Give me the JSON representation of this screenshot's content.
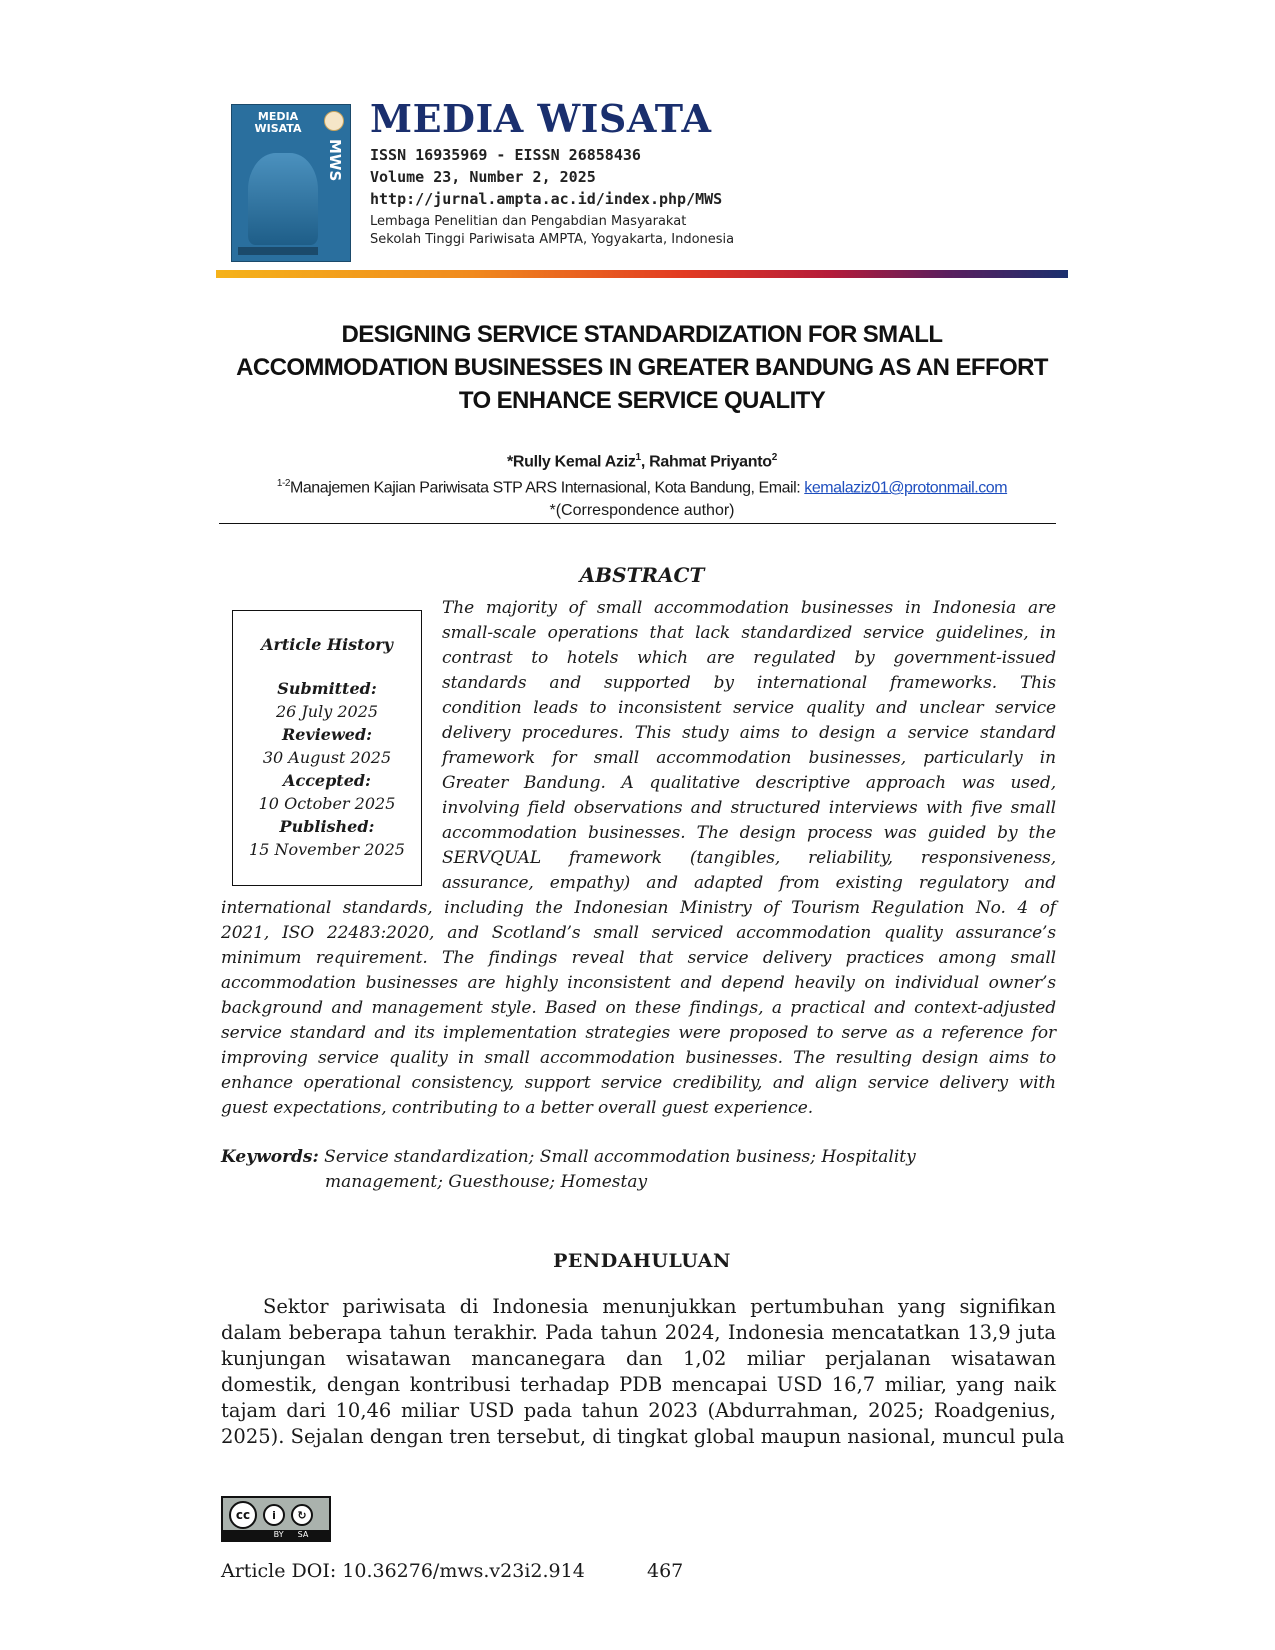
{
  "header": {
    "cover": {
      "title_line1": "MEDIA",
      "title_line2": "WISATA",
      "spine": "MWS"
    },
    "journal_title": "MEDIA WISATA",
    "issn": "ISSN 16935969 - EISSN 26858436",
    "volume": "Volume 23, Number 2, 2025",
    "url": "http://jurnal.ampta.ac.id/index.php/MWS",
    "institution_line1": "Lembaga Penelitian dan Pengabdian Masyarakat",
    "institution_line2": "Sekolah Tinggi Pariwisata AMPTA, Yogyakarta, Indonesia"
  },
  "paper": {
    "title_lines": [
      "DESIGNING SERVICE STANDARDIZATION FOR SMALL",
      "ACCOMMODATION BUSINESSES IN GREATER BANDUNG AS AN EFFORT",
      "TO ENHANCE SERVICE QUALITY"
    ],
    "authors": [
      {
        "name": "*Rully Kemal Aziz",
        "sup": "1"
      },
      {
        "name": "Rahmat Priyanto",
        "sup": "2"
      }
    ],
    "affiliation_sup": "1-2",
    "affiliation_text": "Manajemen Kajian Pariwisata STP ARS Internasional, Kota Bandung, Email: ",
    "email": "kemalaziz01@protonmail.com",
    "correspondence": "*(Correspondence author)"
  },
  "abstract": {
    "heading": "ABSTRACT",
    "history": {
      "title": "Article History",
      "submitted_label": "Submitted:",
      "submitted": "26 July 2025",
      "reviewed_label": "Reviewed:",
      "reviewed": "30 August 2025",
      "accepted_label": "Accepted:",
      "accepted": "10 October 2025",
      "published_label": "Published:",
      "published": "15 November 2025"
    },
    "lines": [
      "The majority of small accommodation businesses in Indonesia are",
      "small-scale operations that lack standardized service guidelines, in",
      "contrast to hotels which are regulated by government-issued",
      "standards and supported by international frameworks. This",
      "condition leads to inconsistent service quality and unclear service",
      "delivery procedures. This study aims to design a service standard",
      "framework for small accommodation businesses, particularly in",
      "Greater Bandung. A qualitative descriptive approach was used,",
      "involving field observations and structured interviews with five small",
      "accommodation businesses. The design process was guided by the",
      "SERVQUAL framework (tangibles, reliability, responsiveness,",
      "assurance, empathy) and adapted from existing regulatory and",
      "international standards, including the Indonesian Ministry of Tourism Regulation No. 4 of",
      "2021, ISO 22483:2020, and Scotland’s small serviced accommodation quality assurance’s",
      "minimum requirement. The findings reveal that service delivery practices among small",
      "accommodation businesses are highly inconsistent and depend heavily on individual owner’s",
      "background and management style. Based on these findings, a practical and context-adjusted",
      "service standard and its implementation strategies were proposed to serve as a reference for",
      "improving service quality in small accommodation businesses. The resulting design aims to",
      "enhance operational consistency, support service credibility, and align service delivery with",
      "guest expectations, contributing to a better overall guest experience."
    ],
    "keywords_label": "Keywords:",
    "keywords_line1": "Service standardization; Small accommodation business; Hospitality",
    "keywords_line2": "management; Guesthouse; Homestay"
  },
  "body": {
    "section_heading": "PENDAHULUAN",
    "lines": [
      "Sektor pariwisata di Indonesia menunjukkan pertumbuhan yang signifikan",
      "dalam beberapa tahun terakhir. Pada tahun 2024, Indonesia mencatatkan 13,9 juta",
      "kunjungan wisatawan mancanegara dan 1,02 miliar perjalanan wisatawan",
      "domestik, dengan kontribusi terhadap PDB mencapai USD 16,7 miliar, yang naik",
      "tajam dari 10,46 miliar USD pada tahun 2023 (Abdurrahman, 2025; Roadgenius,",
      "2025). Sejalan dengan tren tersebut, di tingkat global maupun nasional, muncul pula"
    ]
  },
  "footer": {
    "license": {
      "cc": "cc",
      "by_label": "BY",
      "sa_label": "SA"
    },
    "doi": "Article DOI: 10.36276/mws.v23i2.914",
    "page_number": "467"
  }
}
